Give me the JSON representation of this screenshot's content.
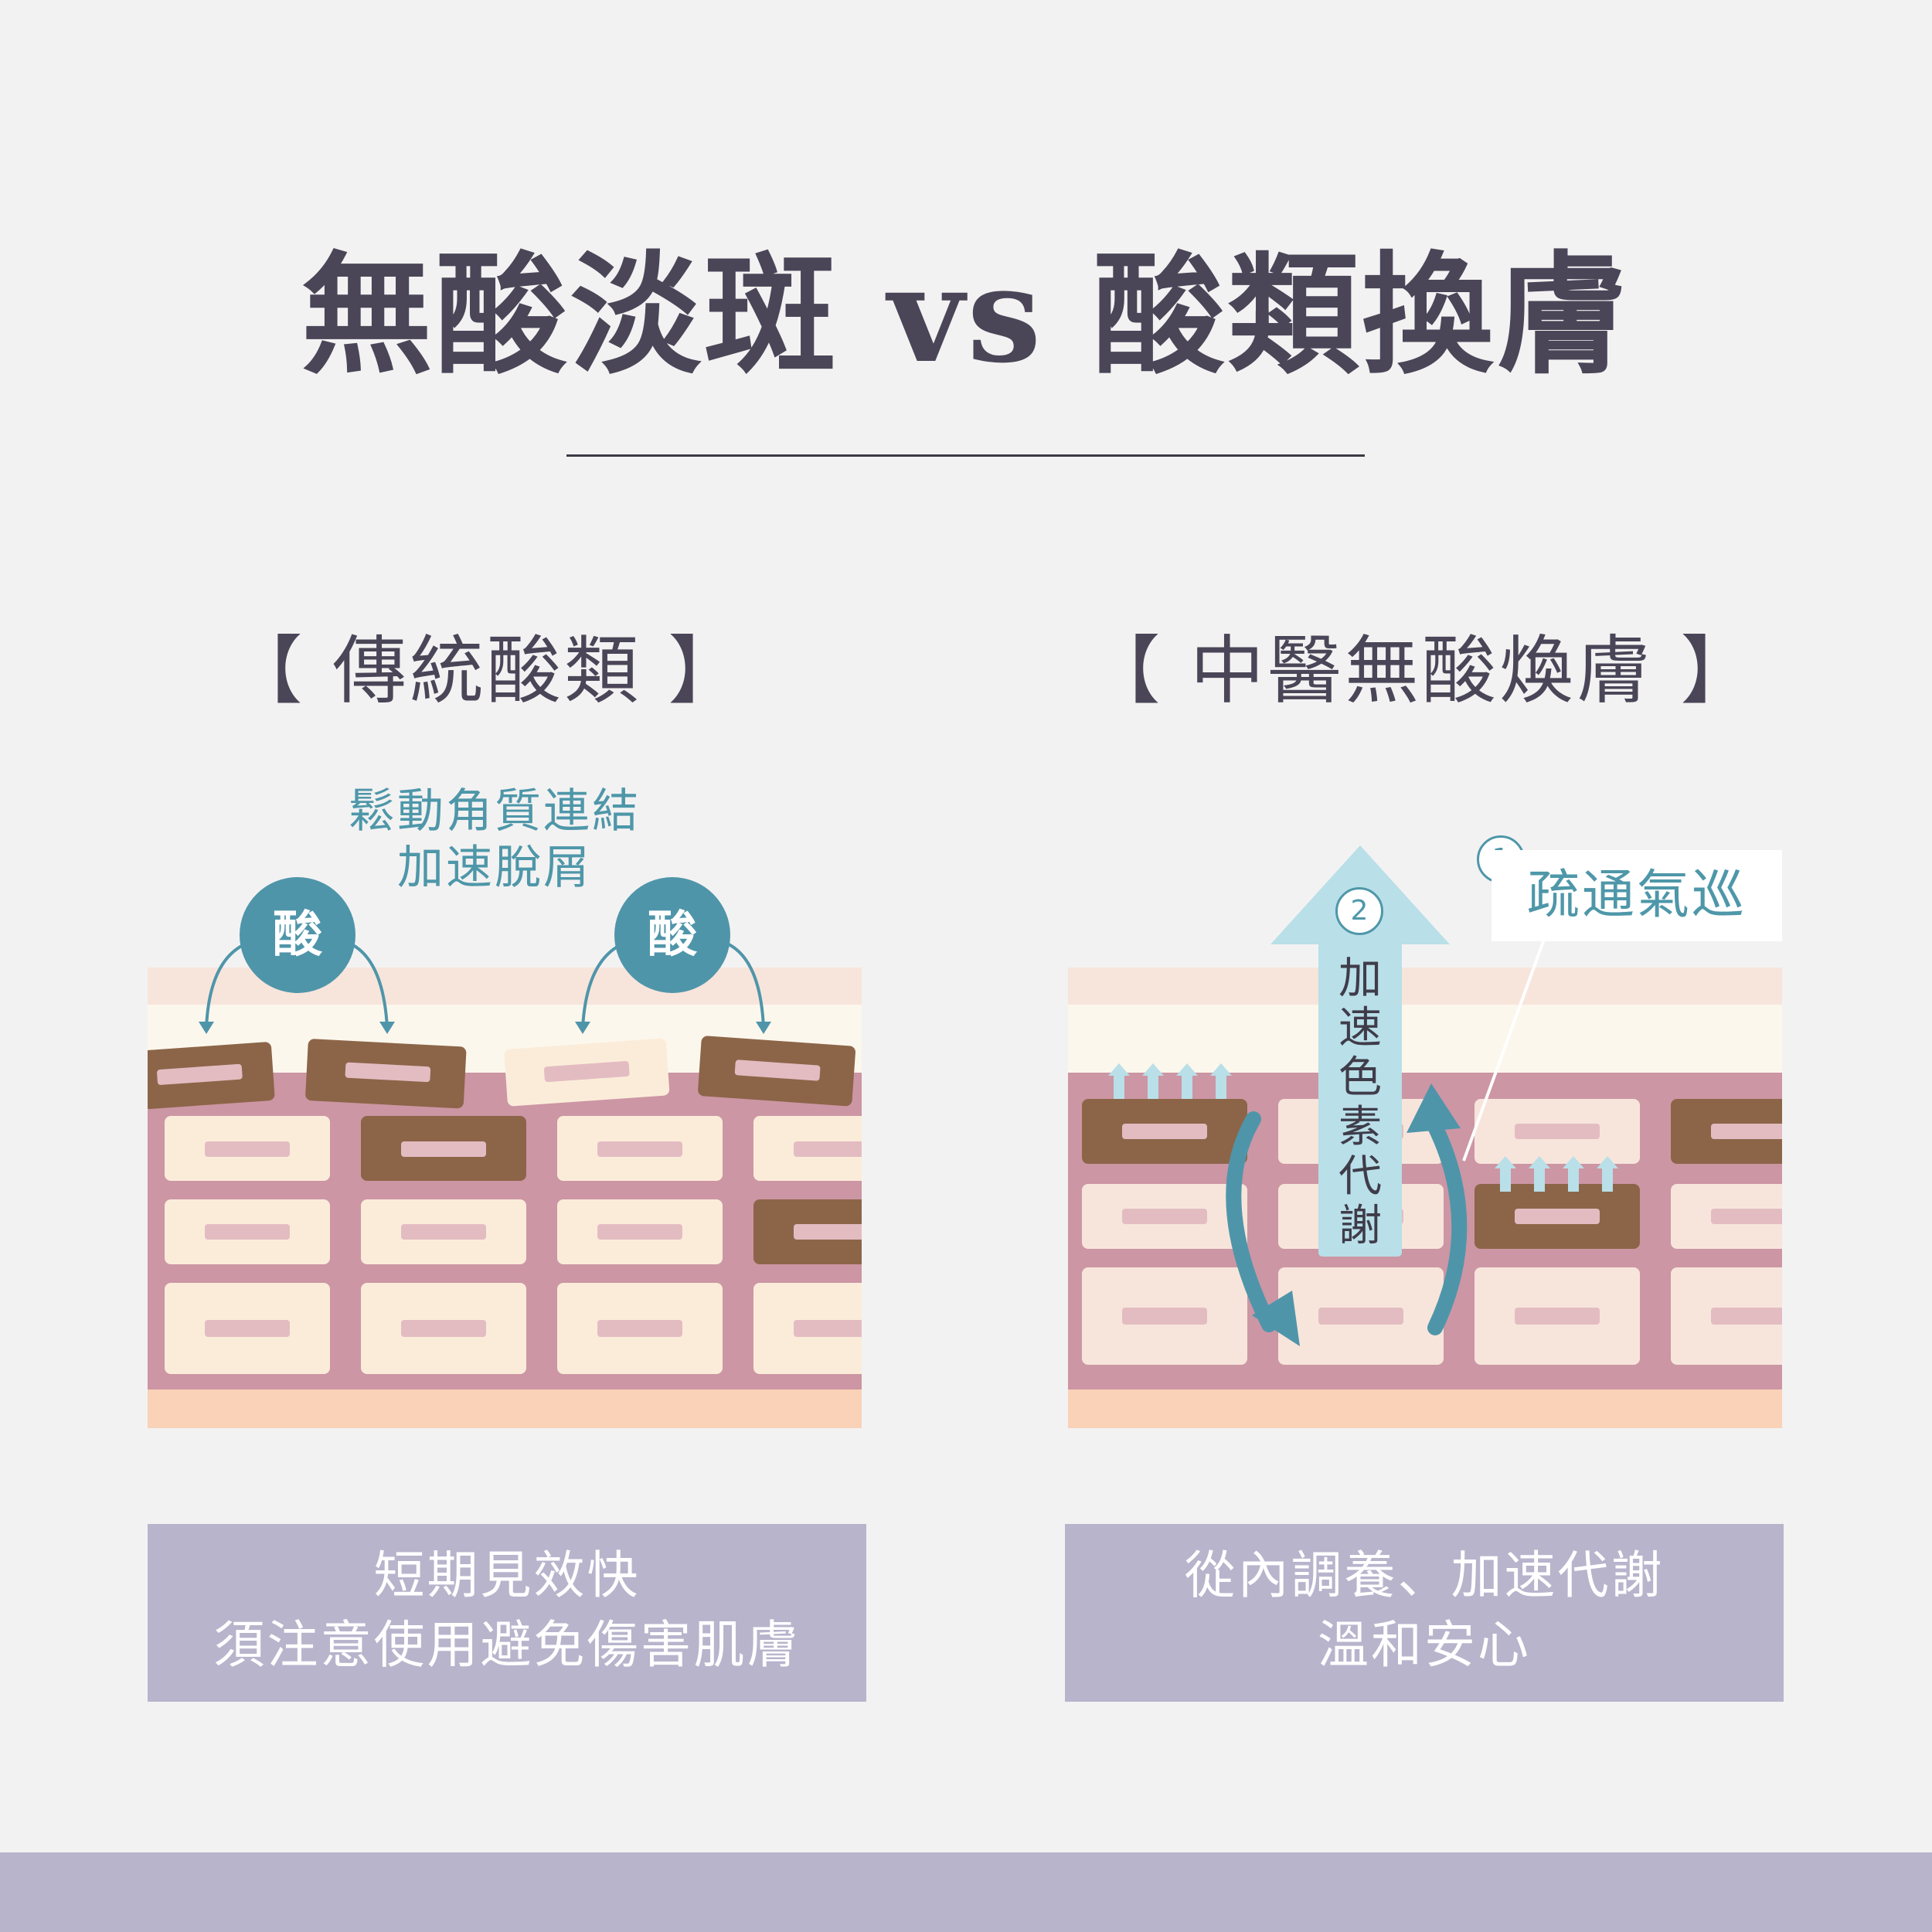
{
  "title": "無酸淡斑 vs 酸類換膚",
  "left_panel": {
    "heading": "【 傳統酸類 】",
    "caption_line1": "鬆動角質連結",
    "caption_line2": "加速脫屑",
    "acid_badge": "酸",
    "summary_line1": "短期見效快",
    "summary_line2": "須注意使用避免傷害肌膚"
  },
  "right_panel": {
    "heading": "【 中醫無酸煥膚 】",
    "step1_number": "1",
    "step1_label": "疏通氣巡",
    "step2_number": "2",
    "step2_label": "加速色素代謝",
    "summary_line1": "從內調養、加速代謝",
    "summary_line2": "溫和安心"
  },
  "colors": {
    "background": "#f3f2f2",
    "title_text": "#4a4658",
    "accent_teal": "#4f95aa",
    "skin_layer_top": "#f7e5db",
    "skin_layer_cream": "#fcf7ec",
    "skin_dermis": "#cc96a4",
    "skin_base": "#f9d2b7",
    "cell_light": "#fbecda",
    "cell_pigment": "#8c6549",
    "cell_inner": "#e3bcc2",
    "arrow_light_blue": "#b9dfe8",
    "summary_box": "#b7b4cc"
  },
  "icons": [
    "curved-arrow-icon",
    "upward-arrow-icon",
    "circular-arrow-icon",
    "small-up-arrow-icon"
  ]
}
